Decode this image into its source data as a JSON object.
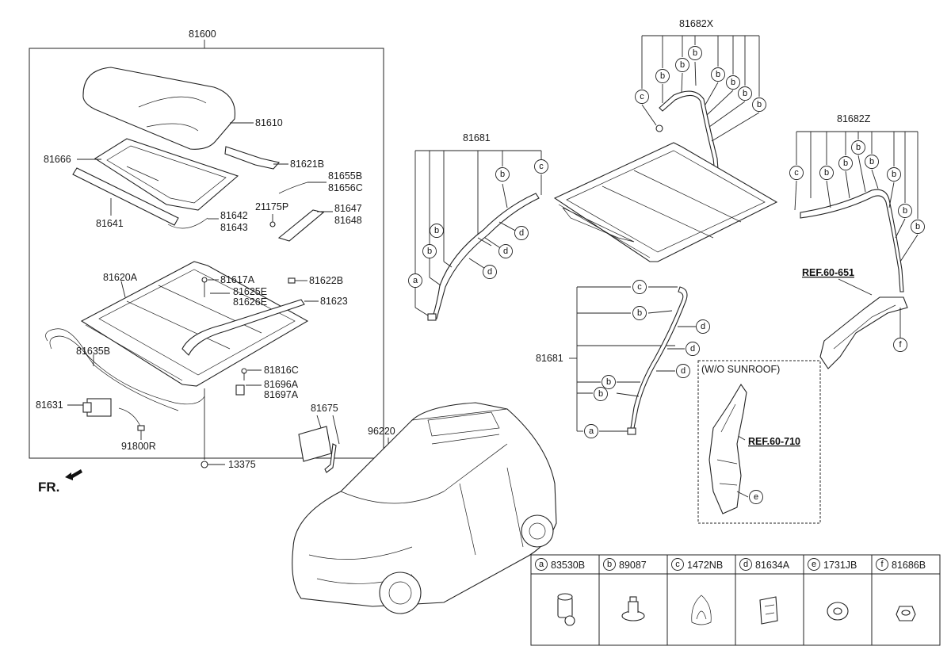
{
  "diagram": {
    "front_marker": "FR.",
    "assembly_label": "81600",
    "parts": {
      "glass": "81610",
      "sunshade": "81666",
      "deflector": "81621B",
      "weatherstrip": "81641",
      "cable_upper_a": "81655B",
      "cable_upper_b": "81656C",
      "clip_21175p": "21175P",
      "bracket_a": "81647",
      "bracket_b": "81648",
      "cable_mid_a": "81642",
      "cable_mid_b": "81643",
      "frame": "81620A",
      "screw_a": "81617A",
      "bolt_e": "81625E",
      "bolt_e2": "81626E",
      "cover_b": "81622B",
      "trim_strip": "81623",
      "cable_assy": "81635B",
      "screw_c": "81816C",
      "plate_a": "81696A",
      "plate_b": "81697A",
      "motor": "81631",
      "harness": "91800R",
      "nut": "13375",
      "wind_deflector": "81675",
      "roof_panel": "96220",
      "drain_hose_front": "81681",
      "drain_hose_rear": "81681",
      "drain_hose_x": "81682X",
      "drain_hose_z": "81682Z"
    },
    "references": {
      "ref_a": "REF.60-651",
      "ref_b": "REF.60-710"
    },
    "inset_title": "(W/O SUNROOF)",
    "callouts": [
      "a",
      "b",
      "c",
      "d",
      "e",
      "f"
    ]
  },
  "legend": [
    {
      "letter": "a",
      "code": "83530B"
    },
    {
      "letter": "b",
      "code": "89087"
    },
    {
      "letter": "c",
      "code": "1472NB"
    },
    {
      "letter": "d",
      "code": "81634A"
    },
    {
      "letter": "e",
      "code": "1731JB"
    },
    {
      "letter": "f",
      "code": "81686B"
    }
  ]
}
